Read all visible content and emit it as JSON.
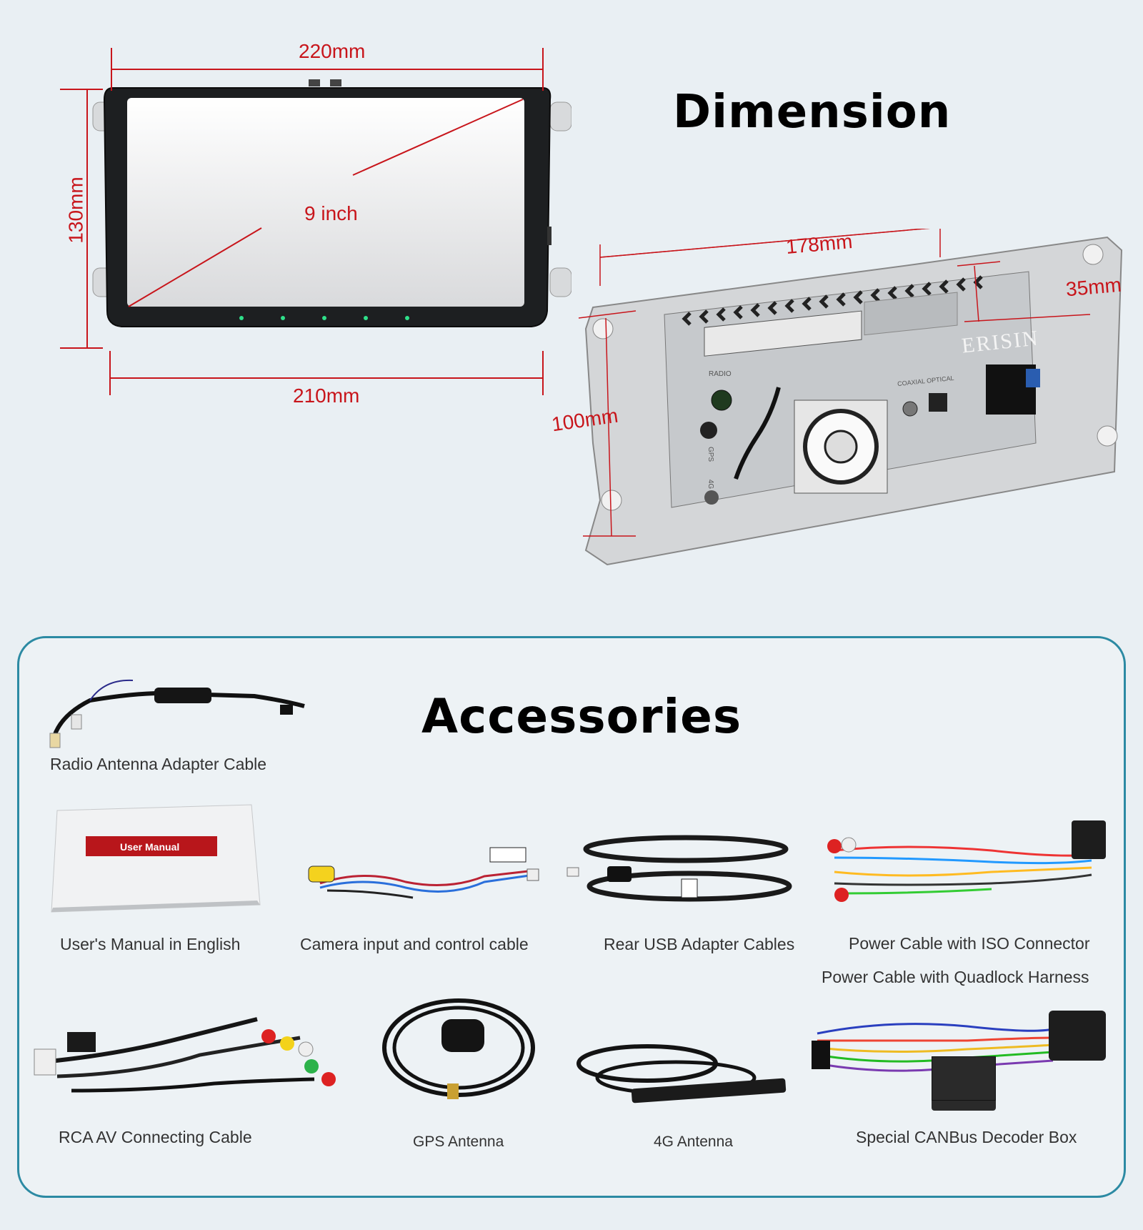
{
  "dimension": {
    "heading": "Dimension",
    "front": {
      "width_top": "220mm",
      "width_bottom": "210mm",
      "height": "130mm",
      "diagonal": "9 inch"
    },
    "back": {
      "width": "178mm",
      "depth": "35mm",
      "height": "100mm",
      "brand_label": "ERISIN",
      "port_labels": [
        "RADIO",
        "GPS",
        "4G",
        "COAXIAL OPTICAL"
      ]
    }
  },
  "accessories": {
    "heading": "Accessories",
    "items": [
      {
        "label": "Radio Antenna Adapter Cable",
        "icon": "antenna-adapter-cable-icon"
      },
      {
        "label": "User's Manual in English",
        "icon": "user-manual-icon",
        "badge": "User Manual"
      },
      {
        "label": "Camera input and control cable",
        "icon": "camera-cable-icon"
      },
      {
        "label": "Rear USB Adapter Cables",
        "icon": "usb-cable-icon"
      },
      {
        "label": "Power Cable with ISO Connector",
        "icon": "iso-power-cable-icon"
      },
      {
        "label": "Power Cable with Quadlock Harness",
        "icon": "quadlock-harness-icon"
      },
      {
        "label": "RCA AV Connecting Cable",
        "icon": "rca-cable-icon"
      },
      {
        "label": "GPS Antenna",
        "icon": "gps-antenna-icon"
      },
      {
        "label": "4G Antenna",
        "icon": "4g-antenna-icon"
      },
      {
        "label": "Special CANBus Decoder Box",
        "icon": "canbus-box-icon"
      }
    ]
  },
  "colors": {
    "background": "#e9eff3",
    "dimension_lines": "#c8151b",
    "panel_border": "#2c8aa3"
  }
}
